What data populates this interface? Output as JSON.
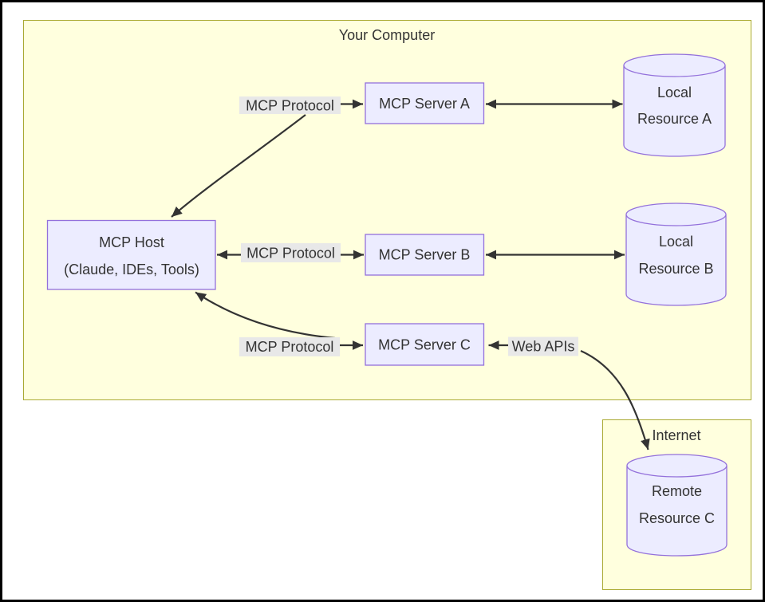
{
  "diagram": {
    "clusters": {
      "your_computer": {
        "label": "Your Computer"
      },
      "internet": {
        "label": "Internet"
      }
    },
    "nodes": {
      "mcp_host": {
        "line1": "MCP Host",
        "line2": "(Claude, IDEs, Tools)"
      },
      "mcp_server_a": {
        "label": "MCP Server A"
      },
      "mcp_server_b": {
        "label": "MCP Server B"
      },
      "mcp_server_c": {
        "label": "MCP Server C"
      },
      "local_resource_a": {
        "line1": "Local",
        "line2": "Resource A"
      },
      "local_resource_b": {
        "line1": "Local",
        "line2": "Resource B"
      },
      "remote_resource_c": {
        "line1": "Remote",
        "line2": "Resource C"
      }
    },
    "edge_labels": {
      "protocol_a": "MCP Protocol",
      "protocol_b": "MCP Protocol",
      "protocol_c": "MCP Protocol",
      "web_apis": "Web APIs"
    },
    "colors": {
      "cluster_fill": "#ffffde",
      "cluster_border": "#aaaa33",
      "node_fill": "#ececff",
      "node_border": "#9370db",
      "edge_label_bg": "#e8e8e8",
      "edge_stroke": "#333333",
      "text": "#333333",
      "frame_border": "#000000"
    }
  }
}
